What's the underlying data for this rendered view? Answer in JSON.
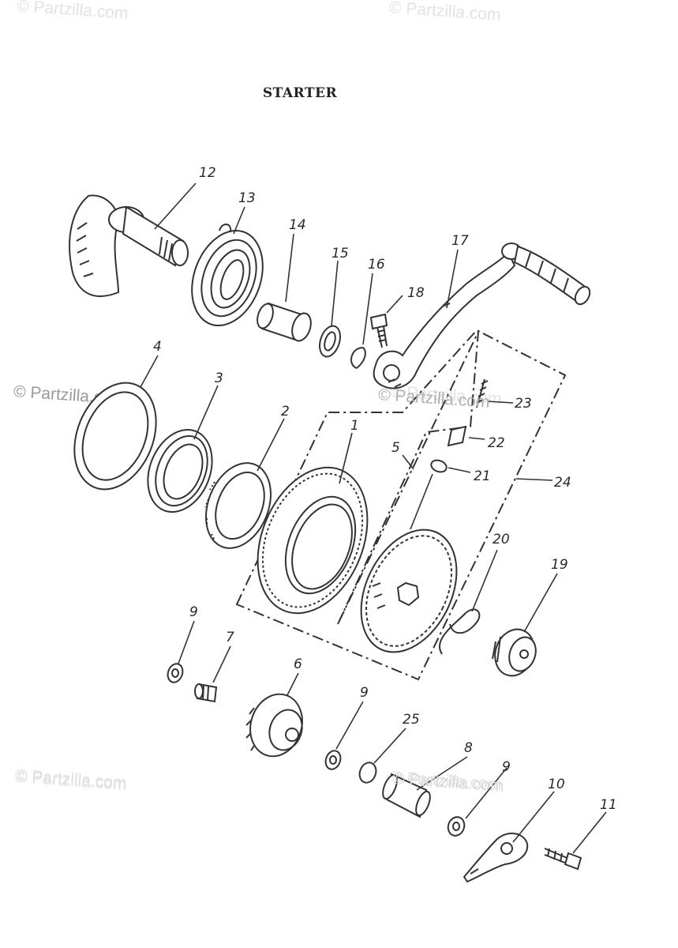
{
  "title": "STARTER",
  "watermarks": [
    "© Partzilla.com",
    "© Partzilla.com",
    "© Partzilla.com",
    "© Partzilla.com",
    "© Partzilla.com",
    "© Partzilla.com",
    "© Partzilla.com",
    "© Partzilla.com",
    "© Partzilla.com"
  ],
  "callouts": [
    "12",
    "13",
    "14",
    "15",
    "16",
    "17",
    "18",
    "4",
    "3",
    "2",
    "1",
    "5",
    "23",
    "22",
    "21",
    "24",
    "20",
    "19",
    "9",
    "7",
    "6",
    "9",
    "25",
    "8",
    "9",
    "10",
    "11"
  ]
}
